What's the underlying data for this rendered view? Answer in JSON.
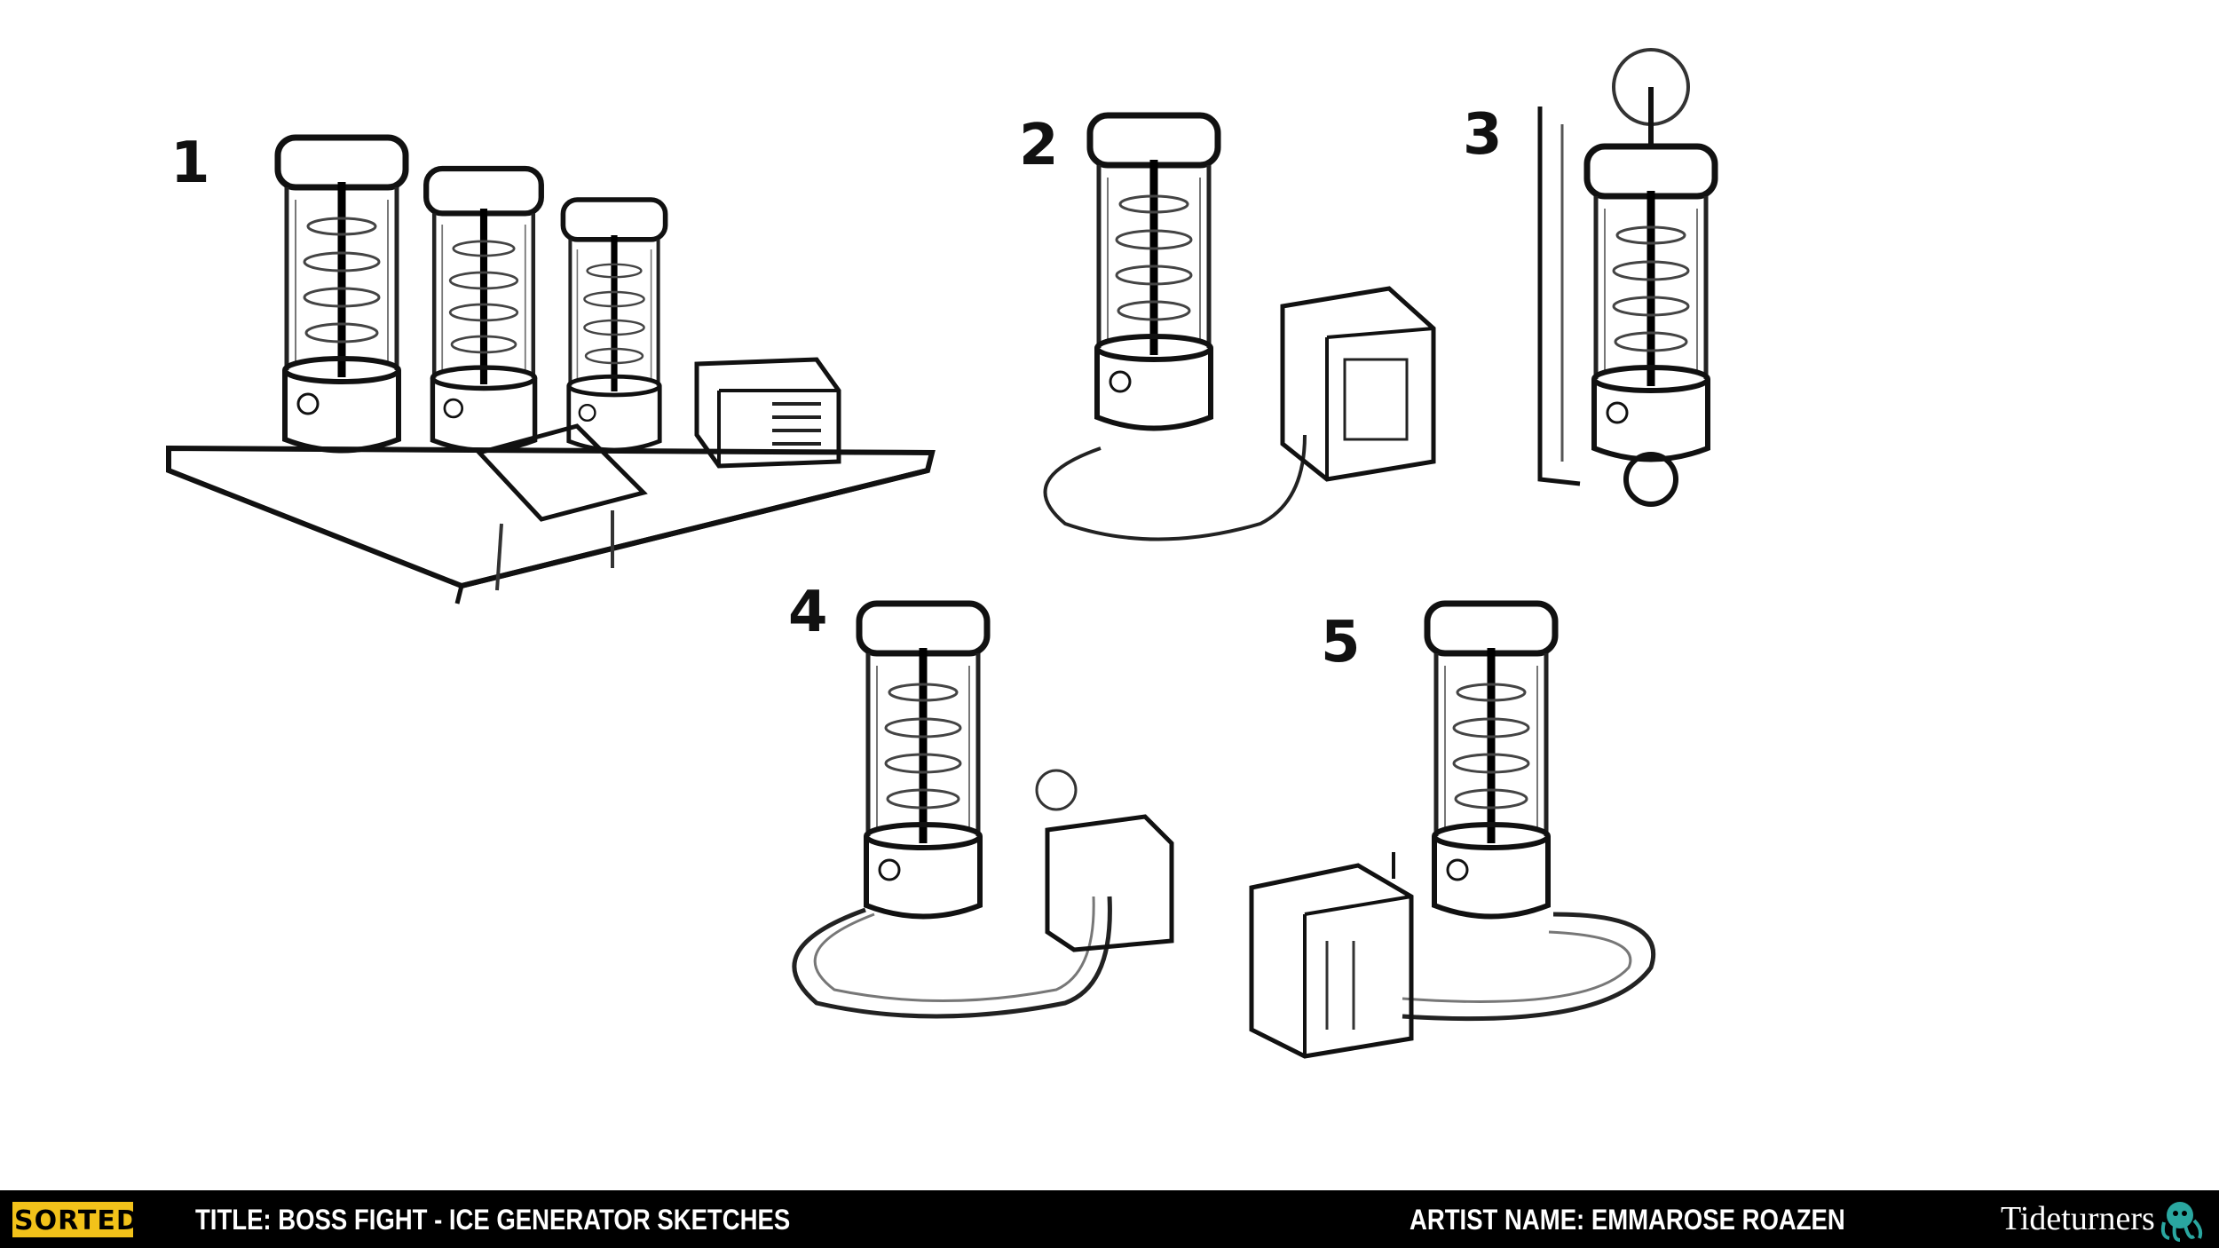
{
  "sketch_numbers": [
    "1",
    "2",
    "3",
    "4",
    "5"
  ],
  "footer": {
    "logo_text": "SORTED",
    "title": "TITLE:  BOSS FIGHT - ICE GENERATOR SKETCHES",
    "artist": "ARTIST NAME: EMMAROSE ROAZEN",
    "brand": "Tideturners",
    "brand_icon": "octopus-icon"
  },
  "colors": {
    "footer_bg": "#000000",
    "logo_bg": "#f2c21a",
    "ink": "#111111"
  }
}
